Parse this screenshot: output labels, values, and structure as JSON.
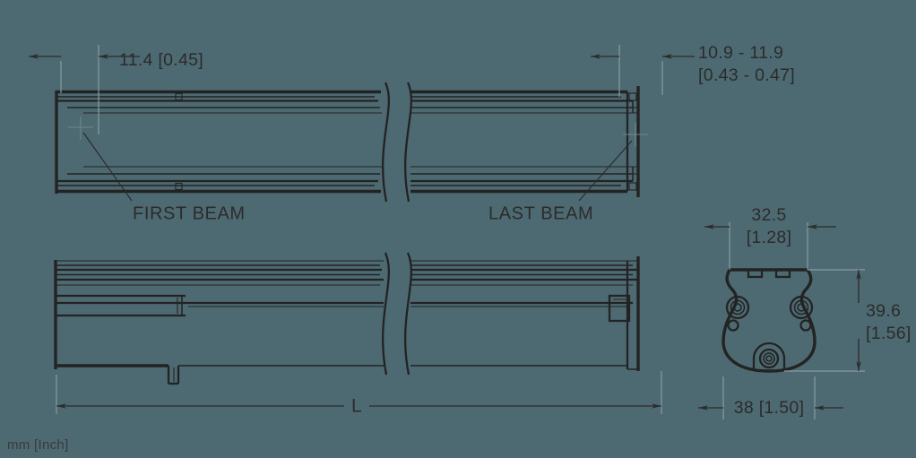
{
  "drawing": {
    "title": "Linear rail profile technical drawing",
    "units_note": "mm [Inch]",
    "background_color": "#4d6a72",
    "line_color": "#232323",
    "text_color": "#2b2b2b"
  },
  "views": {
    "top": {
      "name": "top-view",
      "has_break": true
    },
    "side": {
      "name": "side-view",
      "has_break": true
    },
    "section": {
      "name": "cross-section-view"
    }
  },
  "dimensions": {
    "first_beam_offset": {
      "value_mm": "11.4",
      "value_inch": "[0.45]",
      "display": "11.4 [0.45]"
    },
    "last_beam_offset": {
      "value_mm": "10.9 - 11.9",
      "value_inch": "[0.43 - 0.47]",
      "line1": "10.9 - 11.9",
      "line2": "[0.43 - 0.47]"
    },
    "section_top_width": {
      "value_mm": "32.5",
      "value_inch": "[1.28]",
      "line1": "32.5",
      "line2": "[1.28]"
    },
    "section_height": {
      "value_mm": "39.6",
      "value_inch": "[1.56]",
      "line1": "39.6",
      "line2": "[1.56]"
    },
    "section_width": {
      "value_mm": "38",
      "value_inch": "[1.50]",
      "display": "38 [1.50]"
    },
    "overall_length": {
      "symbol": "L"
    }
  },
  "labels": {
    "first_beam": "FIRST BEAM",
    "last_beam": "LAST BEAM"
  }
}
